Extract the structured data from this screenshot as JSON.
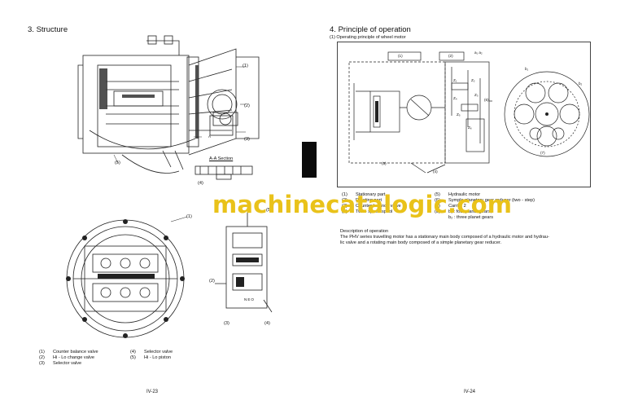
{
  "left_page": {
    "heading_number": "3.",
    "heading": "Structure",
    "callouts_top": [
      "(1)",
      "(2)",
      "(3)",
      "(4)",
      "(5)"
    ],
    "section_mark": "A",
    "section_label": "A-A Section",
    "callouts_bottom": [
      "(1)",
      "(2)",
      "(3)",
      "(4)",
      "(5)"
    ],
    "legend": [
      {
        "num": "(1)",
        "text": "Counter balance valve"
      },
      {
        "num": "(2)",
        "text": "Hi - Lo change valve"
      },
      {
        "num": "(3)",
        "text": "Selector valve"
      },
      {
        "num": "(4)",
        "text": "Selector valve"
      },
      {
        "num": "(5)",
        "text": "Hi - Lo piston"
      }
    ],
    "spool_label": "NEO",
    "page_number": "IV-23"
  },
  "right_page": {
    "heading_number": "4.",
    "heading": "Principle of operation",
    "subheading": "(1)  Operating principle of wheel motor",
    "diagram_callouts": [
      "(1)",
      "(2)",
      "(3)",
      "(4)",
      "(5)",
      "(6)",
      "(7)"
    ],
    "gear_labels": [
      "a₁ a₂",
      "b₁",
      "b₂",
      "Z₁",
      "Z₂",
      "Z₃",
      "Z₄",
      "Z₅",
      "Z₆"
    ],
    "legend_left": [
      {
        "num": "(1)",
        "text": "Stationary part"
      },
      {
        "num": "(2)",
        "text": "Rotating part"
      },
      {
        "num": "(3)",
        "text": "Counter balance valve"
      },
      {
        "num": "(4)",
        "text": "Two - speed spool"
      }
    ],
    "legend_right": [
      {
        "num": "(5)",
        "text": "Hydraulic motor"
      },
      {
        "num": "(6)",
        "text": "Symple planetary gear reducer (two - step)"
      },
      {
        "num": "(7)",
        "text": "Carrier 2"
      },
      {
        "num": "(8)",
        "text": "b₁ : four planet gears,"
      },
      {
        "num": "",
        "text": "b₂ : three planet gears"
      }
    ],
    "description_title": "Description of operation",
    "description_line1": "The PHV series travelling motor has a stationary main body composed of a hydraulic motor and hydrau-",
    "description_line2": "lic valve and a rotating main body composed of a simple planetary gear reducer.",
    "page_number": "IV-24"
  },
  "watermark": "machinecatalogic.com"
}
